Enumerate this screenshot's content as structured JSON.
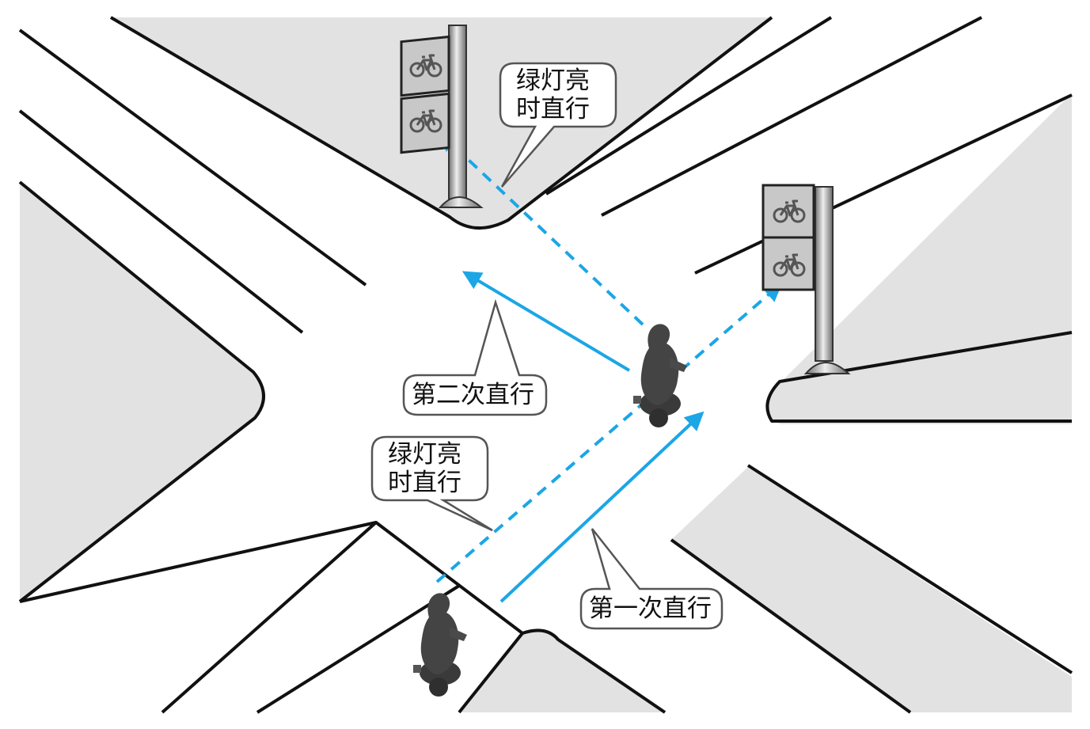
{
  "colors": {
    "sidewalk": "#e2e2e2",
    "road": "#ffffff",
    "curb_line": "#111111",
    "path_arrow": "#1ba6e6",
    "sign_panel": "#c8c8c8",
    "pole": "#9a9a9a",
    "rider": "#3c3c3c"
  },
  "icons": {
    "bicycle_sign": "bicycle-icon",
    "rider": "scooter-rider-icon"
  },
  "callouts": {
    "green_light_top": {
      "line1": "绿灯亮",
      "line2": "时直行"
    },
    "second_straight": {
      "text": "第二次直行"
    },
    "green_light_bottom": {
      "line1": "绿灯亮",
      "line2": "时直行"
    },
    "first_straight": {
      "text": "第一次直行"
    }
  }
}
